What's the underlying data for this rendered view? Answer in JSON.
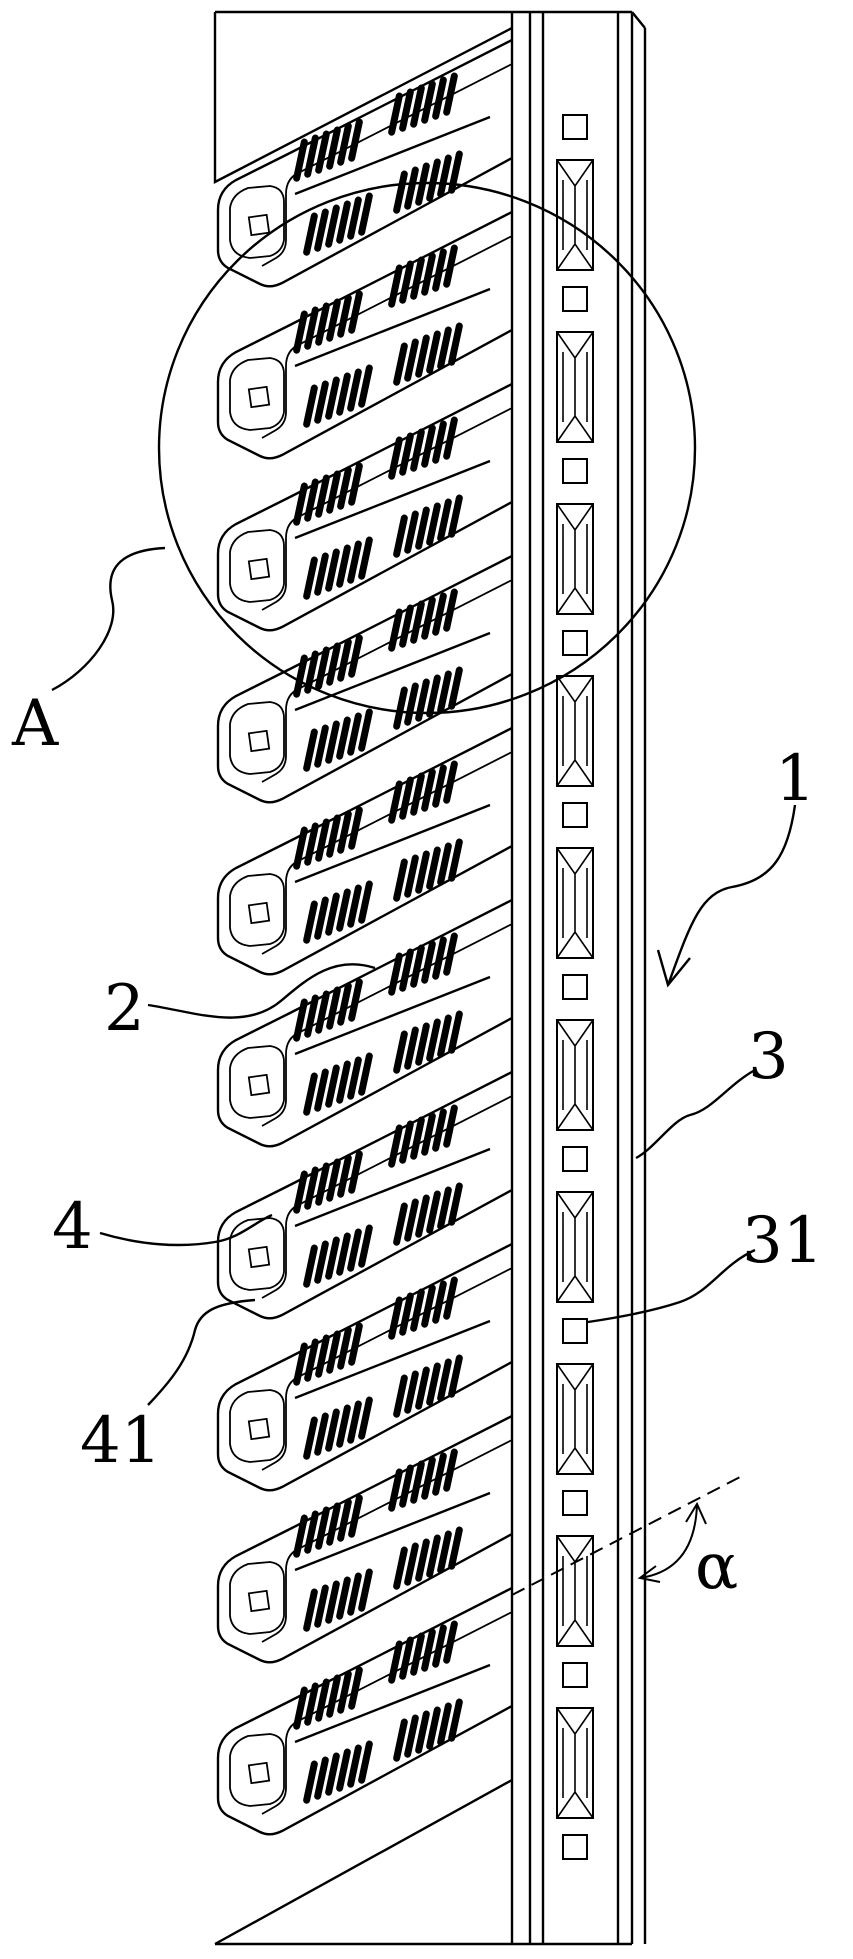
{
  "colors": {
    "ink": "#000000",
    "paper": "#ffffff"
  },
  "drawing": {
    "fins": {
      "count": 10
    },
    "rail_holes": {
      "square_count": 11,
      "rect_count": 10
    },
    "labels": {
      "assembly": "1",
      "fin": "2",
      "rail": "3",
      "rail_hole": "31",
      "fin_body": "4",
      "fin_hole": "41",
      "detail_view": "A",
      "angle": "α"
    }
  }
}
